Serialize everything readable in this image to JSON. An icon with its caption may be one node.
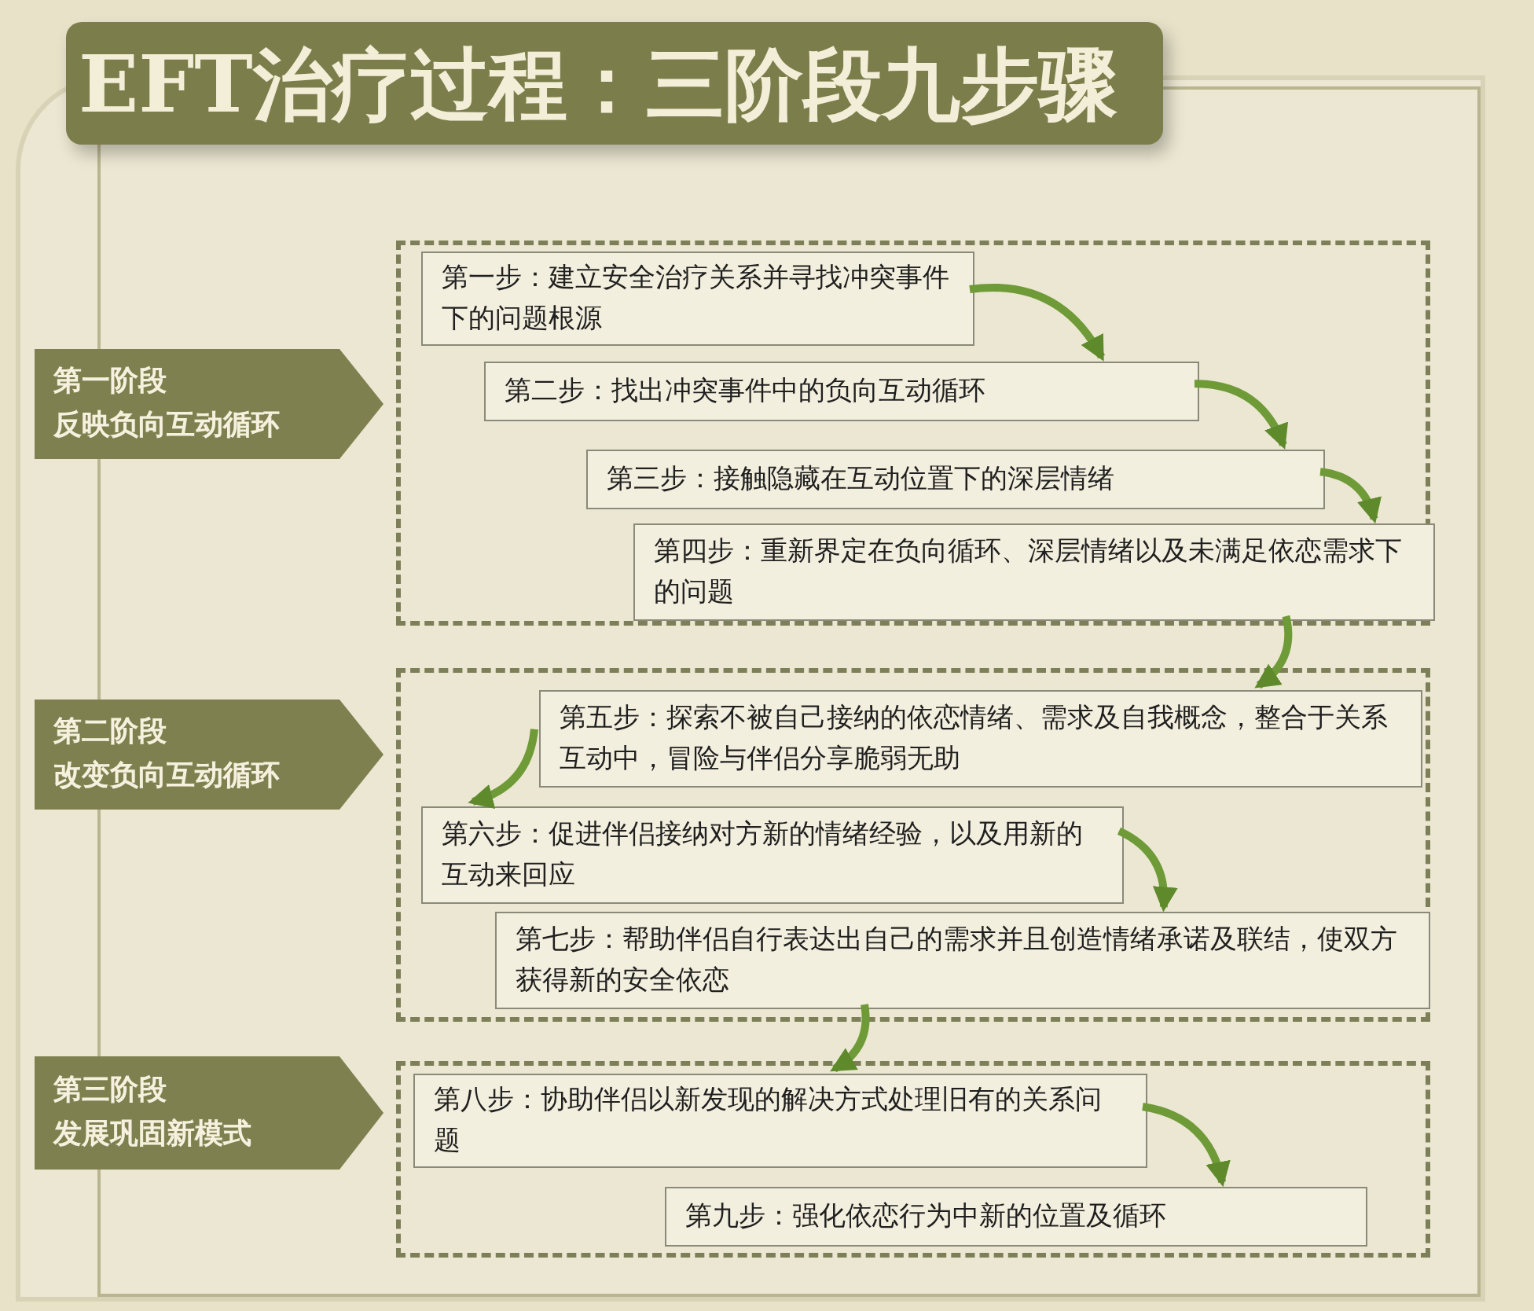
{
  "diagram": {
    "title": "EFT治疗过程：三阶段九步骤",
    "nodes": [
      {
        "text": [
          "第一阶段",
          "反映负向互动循环"
        ]
      },
      {
        "text": [],
        "shape": "box"
      },
      {
        "text": [
          "第一步：建立安全治疗关系并寻找冲突事件下的问题根源"
        ],
        "in": 1
      },
      {
        "text": [
          "第二步：找出冲突事件中的负向互动循环"
        ],
        "in": 1
      },
      {
        "text": [
          "第三步：接触隐藏在互动位置下的深层情绪"
        ],
        "in": 1
      },
      {
        "text": [
          "第四步：重新界定在负向循环、深层情绪以及未满足依恋需求下的问题"
        ],
        "in": 1
      },
      {
        "text": [
          "第二阶段",
          "改变负向互动循环"
        ]
      },
      {
        "text": [],
        "shape": "box"
      },
      {
        "text": [
          "第五步：探索不被自己接纳的依恋情绪、需求及自我概念，整合于关系互动中，冒险与伴侣分享脆弱无助"
        ],
        "in": 7
      },
      {
        "text": [
          "第六步：促进伴侣接纳对方新的情绪经验，以及用新的互动来回应"
        ],
        "in": 7
      },
      {
        "text": [
          "第七步：帮助伴侣自行表达出自己的需求并且创造情绪承诺及联结，使双方获得新的安全依恋"
        ],
        "in": 7
      },
      {
        "text": [
          "第三阶段",
          "发展巩固新模式"
        ]
      },
      {
        "text": [],
        "shape": "box"
      },
      {
        "text": [
          "第八步：协助伴侣以新发现的解决方式处理旧有的关系问题"
        ],
        "in": 12
      },
      {
        "text": [
          "第九步：强化依恋行为中新的位置及循环"
        ],
        "in": 12
      }
    ],
    "edges": [
      {
        "from": 2,
        "to": 3,
        "arrow": "to"
      },
      {
        "from": 3,
        "to": 4,
        "arrow": "to"
      },
      {
        "from": 4,
        "to": 5,
        "arrow": "to"
      },
      {
        "from": 5,
        "to": 8,
        "arrow": "to"
      },
      {
        "from": 8,
        "to": 9,
        "arrow": "to"
      },
      {
        "from": 9,
        "to": 10,
        "arrow": "to"
      },
      {
        "from": 10,
        "to": 13,
        "arrow": "to"
      },
      {
        "from": 13,
        "to": 14,
        "arrow": "to"
      }
    ]
  }
}
